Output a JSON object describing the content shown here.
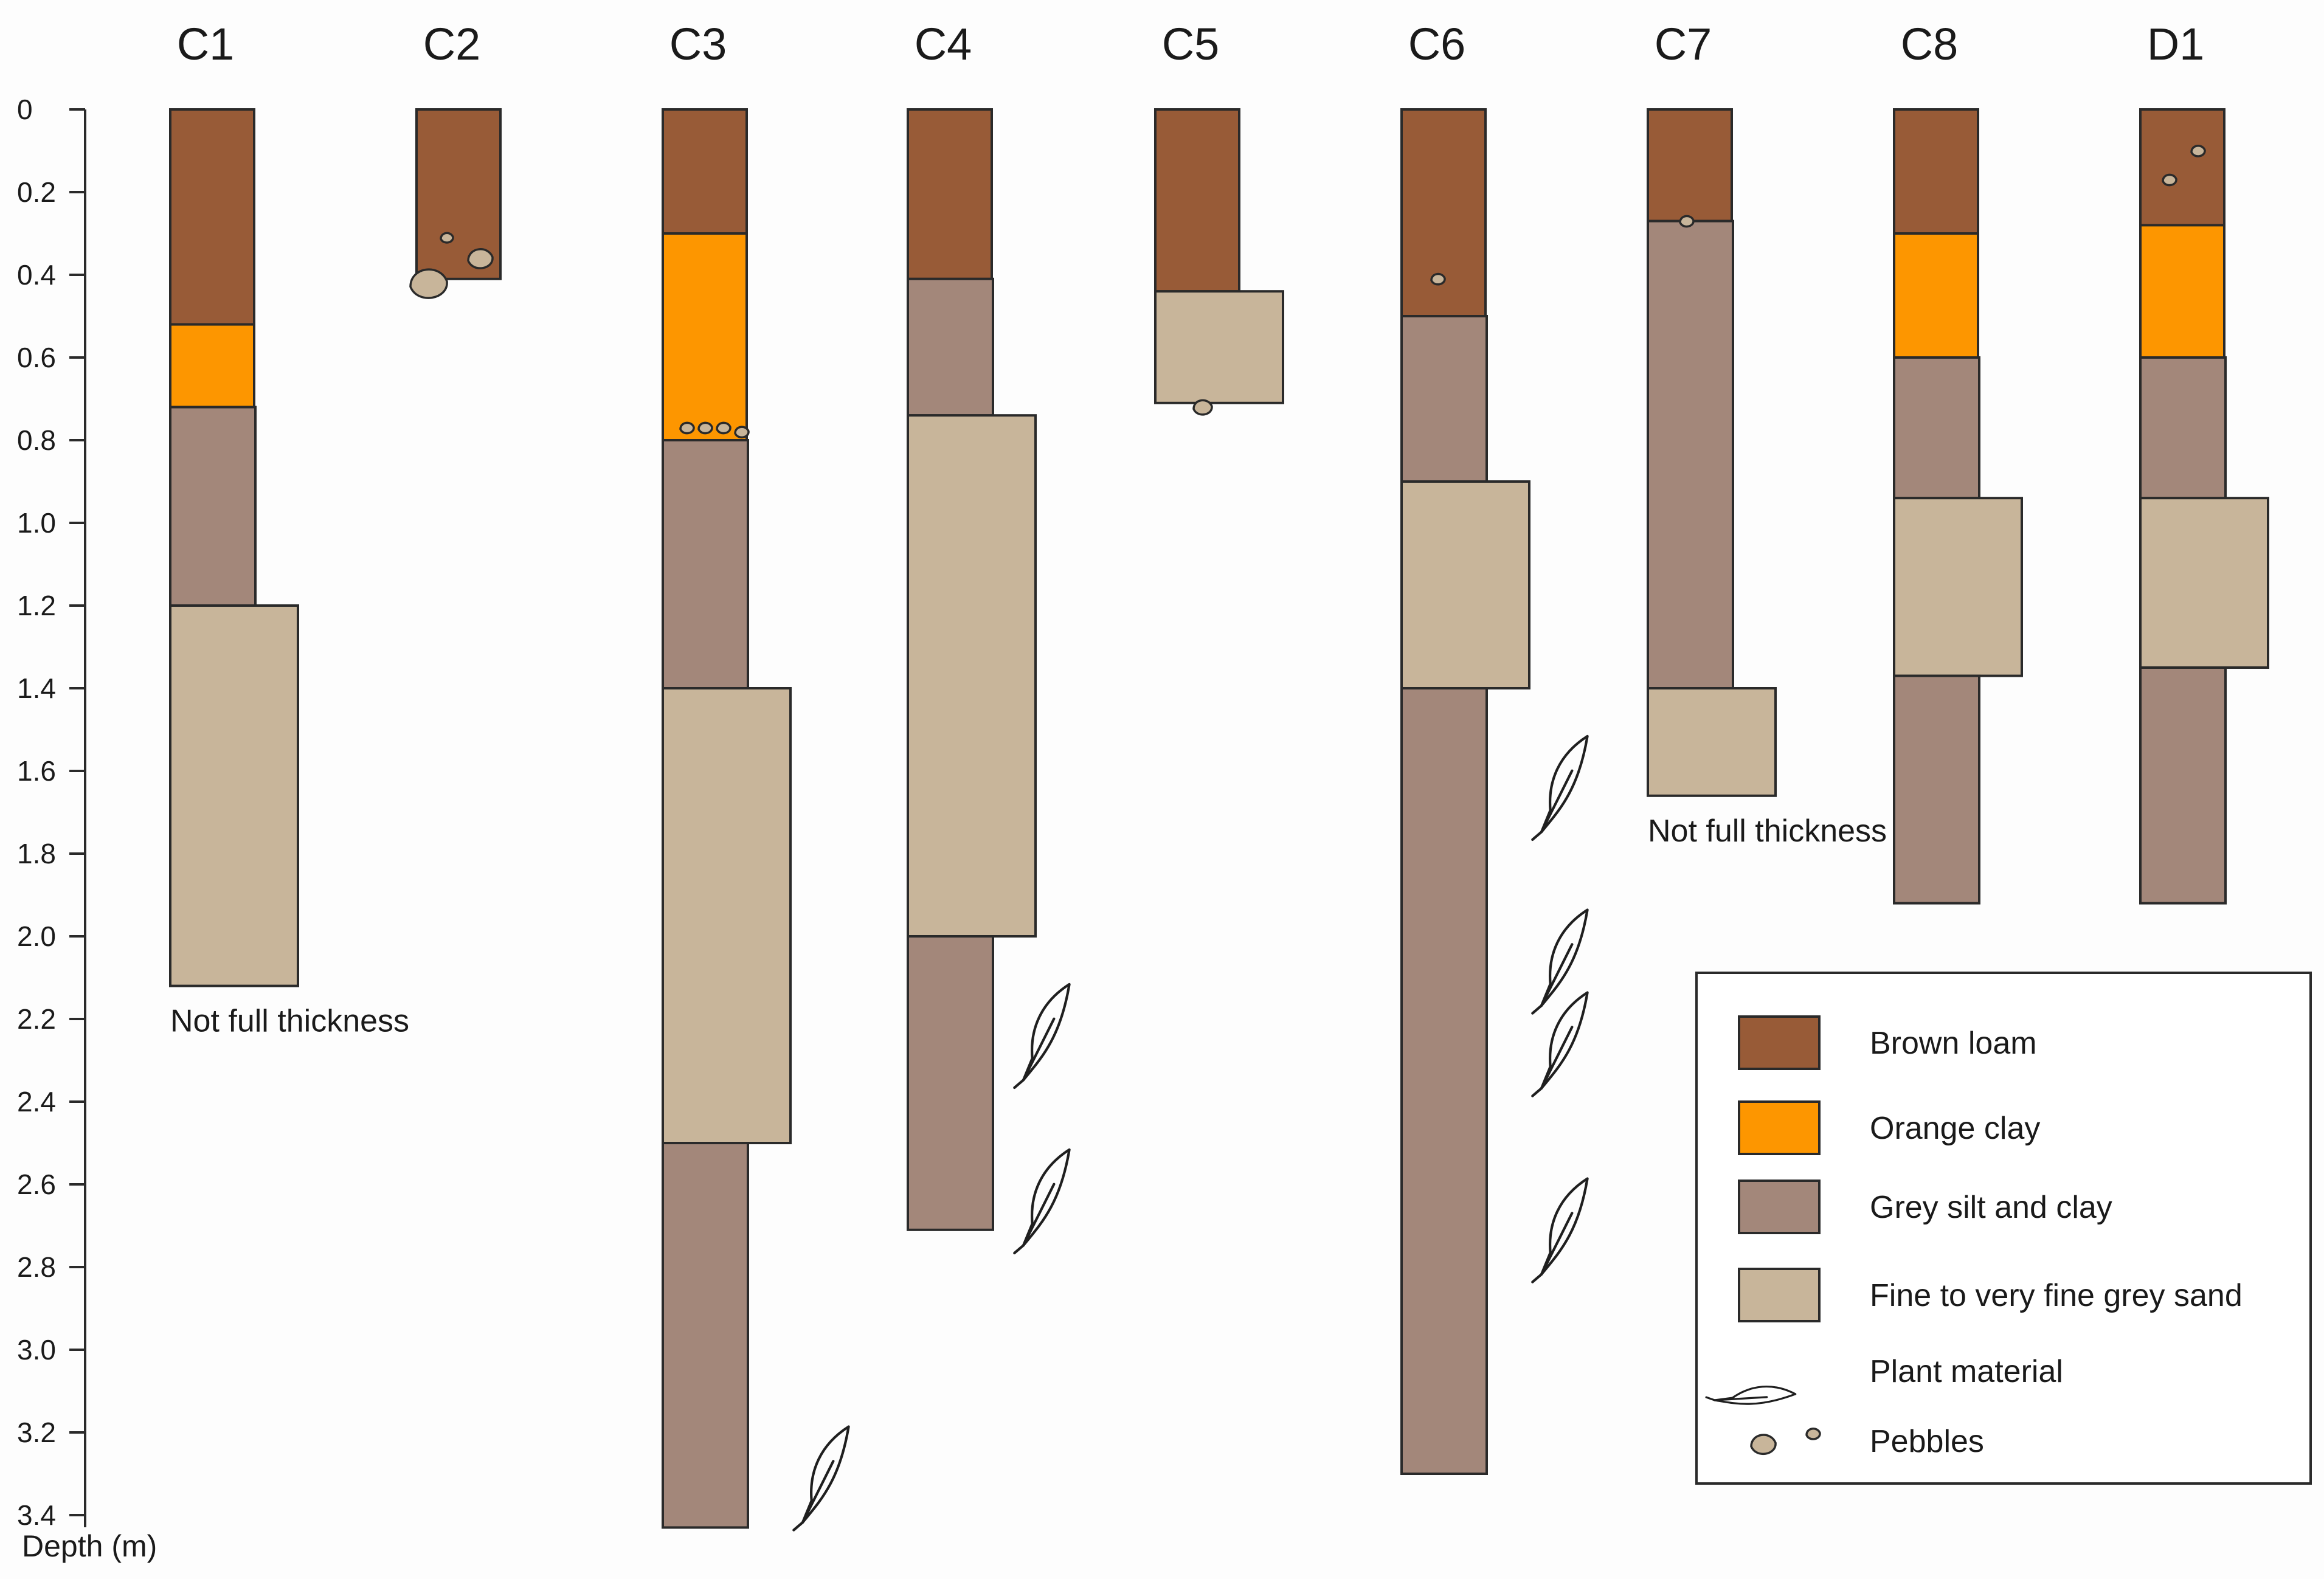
{
  "axis": {
    "label": "Depth (m)",
    "ticks": [
      "0",
      "0.2",
      "0.4",
      "0.6",
      "0.8",
      "1.0",
      "1.2",
      "1.4",
      "1.6",
      "1.8",
      "2.0",
      "2.2",
      "2.4",
      "2.6",
      "2.8",
      "3.0",
      "3.2",
      "3.4"
    ],
    "max_depth_m": 3.4
  },
  "colors": {
    "brown_loam": "#985b37",
    "orange_clay": "#fd9600",
    "grey_silt_clay": "#a3877a",
    "grey_sand": "#c8b59a",
    "pebble": "#c8b59a"
  },
  "legend": {
    "items": [
      {
        "key": "brown_loam",
        "label": "Brown loam"
      },
      {
        "key": "orange_clay",
        "label": "Orange clay"
      },
      {
        "key": "grey_silt_clay",
        "label": "Grey silt and clay"
      },
      {
        "key": "grey_sand",
        "label": "Fine to very fine grey sand"
      },
      {
        "key": "plant",
        "label": "Plant material"
      },
      {
        "key": "pebbles",
        "label": "Pebbles"
      }
    ]
  },
  "cores": [
    {
      "name": "C1",
      "layers": [
        {
          "type": "brown_loam",
          "top": 0,
          "bottom": 0.52
        },
        {
          "type": "orange_clay",
          "top": 0.52,
          "bottom": 0.72
        },
        {
          "type": "grey_silt_clay",
          "top": 0.72,
          "bottom": 1.2
        },
        {
          "type": "grey_sand",
          "top": 1.2,
          "bottom": 2.12
        }
      ],
      "pebbles": [],
      "plants": [],
      "note": "Not full thickness"
    },
    {
      "name": "C2",
      "layers": [
        {
          "type": "brown_loam",
          "top": 0,
          "bottom": 0.41
        }
      ],
      "pebbles": [
        0.31,
        0.36,
        0.42
      ],
      "plants": [],
      "note": ""
    },
    {
      "name": "C3",
      "layers": [
        {
          "type": "brown_loam",
          "top": 0,
          "bottom": 0.3
        },
        {
          "type": "orange_clay",
          "top": 0.3,
          "bottom": 0.8
        },
        {
          "type": "grey_silt_clay",
          "top": 0.8,
          "bottom": 1.4
        },
        {
          "type": "grey_sand",
          "top": 1.4,
          "bottom": 2.5
        },
        {
          "type": "grey_silt_clay",
          "top": 2.5,
          "bottom": 3.43
        }
      ],
      "pebbles": [
        0.77,
        0.77,
        0.77,
        0.78
      ],
      "plants": [
        3.3
      ],
      "note": ""
    },
    {
      "name": "C4",
      "layers": [
        {
          "type": "brown_loam",
          "top": 0,
          "bottom": 0.41
        },
        {
          "type": "grey_silt_clay",
          "top": 0.41,
          "bottom": 0.74
        },
        {
          "type": "grey_sand",
          "top": 0.74,
          "bottom": 2.0
        },
        {
          "type": "grey_silt_clay",
          "top": 2.0,
          "bottom": 2.71
        }
      ],
      "pebbles": [],
      "plants": [
        2.23,
        2.63
      ],
      "note": ""
    },
    {
      "name": "C5",
      "layers": [
        {
          "type": "brown_loam",
          "top": 0,
          "bottom": 0.44
        },
        {
          "type": "grey_sand",
          "top": 0.44,
          "bottom": 0.71
        }
      ],
      "pebbles": [
        0.72
      ],
      "plants": [],
      "note": ""
    },
    {
      "name": "C6",
      "layers": [
        {
          "type": "brown_loam",
          "top": 0,
          "bottom": 0.5
        },
        {
          "type": "grey_silt_clay",
          "top": 0.5,
          "bottom": 0.9
        },
        {
          "type": "grey_sand",
          "top": 0.9,
          "bottom": 1.4
        },
        {
          "type": "grey_silt_clay",
          "top": 1.4,
          "bottom": 3.3
        }
      ],
      "pebbles": [
        0.41
      ],
      "plants": [
        1.63,
        2.05,
        2.25,
        2.7
      ],
      "note": ""
    },
    {
      "name": "C7",
      "layers": [
        {
          "type": "brown_loam",
          "top": 0,
          "bottom": 0.27
        },
        {
          "type": "grey_silt_clay",
          "top": 0.27,
          "bottom": 1.4
        },
        {
          "type": "grey_sand",
          "top": 1.4,
          "bottom": 1.66
        }
      ],
      "pebbles": [
        0.27
      ],
      "plants": [],
      "note": "Not full thickness"
    },
    {
      "name": "C8",
      "layers": [
        {
          "type": "brown_loam",
          "top": 0,
          "bottom": 0.3
        },
        {
          "type": "orange_clay",
          "top": 0.3,
          "bottom": 0.6
        },
        {
          "type": "grey_silt_clay",
          "top": 0.6,
          "bottom": 0.94
        },
        {
          "type": "grey_sand",
          "top": 0.94,
          "bottom": 1.37
        },
        {
          "type": "grey_silt_clay",
          "top": 1.37,
          "bottom": 1.92
        }
      ],
      "pebbles": [],
      "plants": [],
      "note": ""
    },
    {
      "name": "D1",
      "layers": [
        {
          "type": "brown_loam",
          "top": 0,
          "bottom": 0.28
        },
        {
          "type": "orange_clay",
          "top": 0.28,
          "bottom": 0.6
        },
        {
          "type": "grey_silt_clay",
          "top": 0.6,
          "bottom": 0.94
        },
        {
          "type": "grey_sand",
          "top": 0.94,
          "bottom": 1.35
        },
        {
          "type": "grey_silt_clay",
          "top": 1.35,
          "bottom": 1.92
        }
      ],
      "pebbles": [
        0.1,
        0.17
      ],
      "plants": [],
      "note": ""
    }
  ]
}
